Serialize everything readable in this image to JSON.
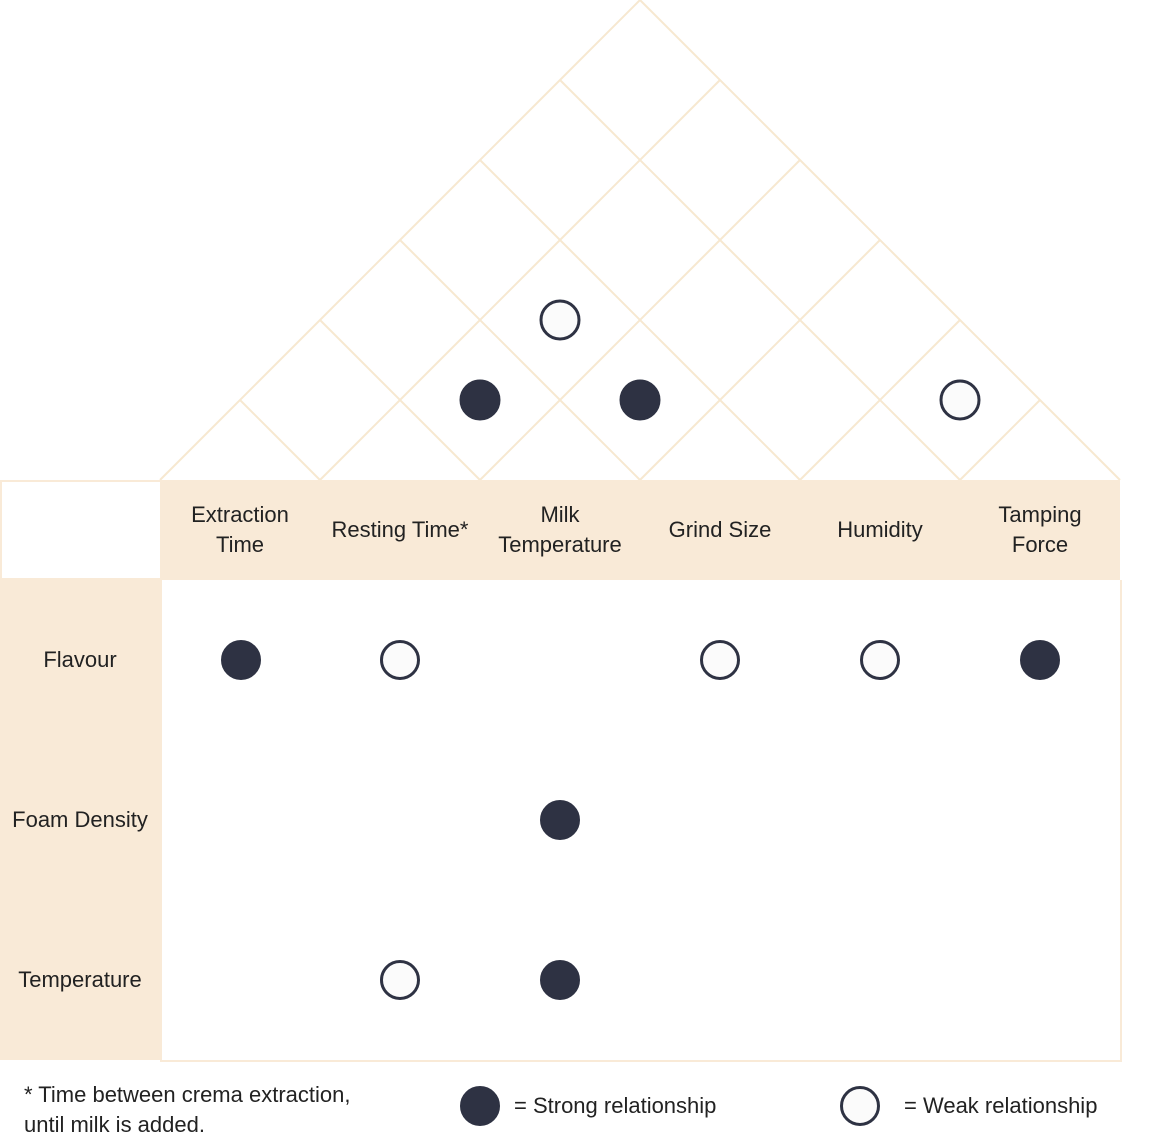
{
  "columns": [
    "Extraction\nTime",
    "Resting Time*",
    "Milk\nTemperature",
    "Grind Size",
    "Humidity",
    "Tamping\nForce"
  ],
  "rows": [
    {
      "label": "Flavour",
      "cells": [
        "strong",
        "weak",
        "",
        "weak",
        "weak",
        "strong"
      ]
    },
    {
      "label": "Foam Density",
      "cells": [
        "",
        "",
        "strong",
        "",
        "",
        ""
      ]
    },
    {
      "label": "Temperature",
      "cells": [
        "",
        "weak",
        "strong",
        "",
        "",
        ""
      ]
    }
  ],
  "correlations": [
    {
      "pair": [
        "Milk\nTemperature",
        "Grind Size"
      ],
      "strength": "strong"
    },
    {
      "pair": [
        "Resting Time*",
        "Grind Size"
      ],
      "strength": "weak"
    },
    {
      "pair": [
        "Resting Time*",
        "Milk\nTemperature"
      ],
      "strength": "strong"
    },
    {
      "pair": [
        "Humidity",
        "Tamping\nForce"
      ],
      "strength": "weak"
    }
  ],
  "footnote": "* Time between crema extraction,\nuntil milk is added.",
  "legend": {
    "strong_label": "= Strong relationship",
    "weak_label": "= Weak relationship"
  },
  "colors": {
    "header_fill": "#f9ead7",
    "grid_line": "#f9ead7",
    "roof_line": "#f7e8d0",
    "symbol": "#2e3243"
  }
}
